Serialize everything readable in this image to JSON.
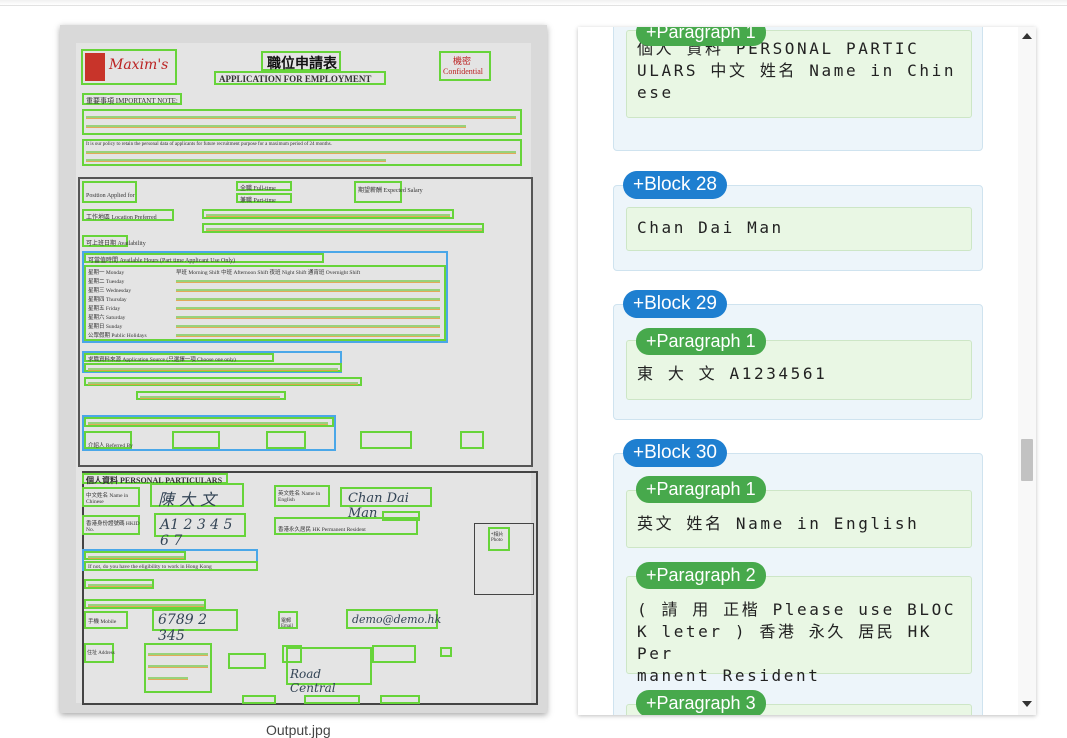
{
  "caption": "Output.jpg",
  "document": {
    "logo_text": "Maxim's",
    "title_zh": "職位申請表",
    "title_en": "APPLICATION FOR EMPLOYMENT",
    "confidential_zh": "機密",
    "confidential_en": "Confidential",
    "important_note": "重要事項 IMPORTANT NOTE:",
    "notice_line": "It is our policy to retain the personal data of applicants for future recruitment purpose for a maximum period of 24 months.",
    "position_applied": "Position Applied for",
    "full_time": "全職 Full-time",
    "part_time": "兼職 Part-time",
    "expected_salary": "期望薪酬 Expected Salary",
    "location_preferred": "工作地區 Location Preferred",
    "availability": "可上班日期 Availability",
    "available_hours": "可當值時間 Available Hours (Part time Applicant Use Only)",
    "days": [
      "星期一 Monday",
      "星期二 Tuesday",
      "星期三 Wednesday",
      "星期四 Thursday",
      "星期五 Friday",
      "星期六 Saturday",
      "星期日 Sunday",
      "公眾假期 Public Holidays"
    ],
    "shifts": "早班 Morning Shift  中班 Afternoon Shift  夜班 Night Shift  通宵班 Overnight Shift",
    "application_source": "求職資料來源 Application Source (只選擇一項 Choose one only)",
    "referred_by": "介紹人 Referred By",
    "personal_particulars": "個人資料 PERSONAL PARTICULARS",
    "name_in_chinese": "中文姓名 Name in Chinese",
    "name_in_english": "英文姓名 Name in English",
    "hkid_no": "香港身份證號碼 HKID No.",
    "hk_permanent_resident": "香港永久居民 HK Permanent Resident",
    "work_in_hk": "If not, do you have the eligibility to work in Hong Kong",
    "mobile": "手機 Mobile",
    "email": "電郵 Email",
    "address": "住址 Address",
    "photo": "*相片 Photo",
    "hand_chinese_name": "陳 大 文",
    "hand_english_name": "Chan Dai Man",
    "hand_hkid": "A1 2 3 4 5 6 7",
    "hand_mobile": "6789 2 345",
    "hand_email": "demo@demo.hk",
    "hand_street": "Road Central"
  },
  "panel": {
    "blocks": [
      {
        "tag": "",
        "paragraphs": [
          {
            "tag": "+Paragraph 1",
            "text": "個人 資料 PERSONAL PARTICULARS 中文 姓名 Name in Chinese"
          }
        ]
      },
      {
        "tag": "+Block 28",
        "paragraphs": [
          {
            "tag": "",
            "text": "Chan Dai Man"
          }
        ]
      },
      {
        "tag": "+Block 29",
        "paragraphs": [
          {
            "tag": "+Paragraph 1",
            "text": "東 大 文 A1234561"
          }
        ]
      },
      {
        "tag": "+Block 30",
        "paragraphs": [
          {
            "tag": "+Paragraph 1",
            "text": "英文 姓名 Name in English"
          },
          {
            "tag": "+Paragraph 2",
            "text": "( 請 用 正楷 Please use BLOCK leter ) 香港 永久 居民 HK Permanent Resident"
          },
          {
            "tag": "+Paragraph 3",
            "text": ""
          }
        ]
      }
    ],
    "para1_lines": [
      "個人 資料 PERSONAL PARTIC",
      "ULARS 中文 姓名 Name in Chin",
      "ese"
    ],
    "para2_lines": [
      "( 請 用 正楷 Please use BLOC",
      "K leter ) 香港 永久 居民 HK Per",
      "manent Resident"
    ]
  },
  "colors": {
    "block_tag": "#1e7fd0",
    "paragraph_tag": "#47a94c",
    "ocr_box": "#67d43a",
    "ocr_box_alt": "#4aa7e8"
  }
}
